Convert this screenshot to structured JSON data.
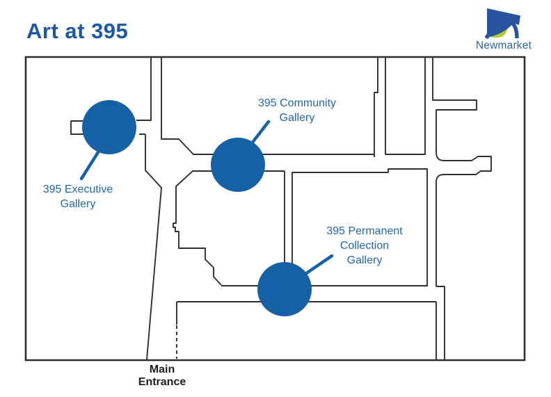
{
  "header": {
    "title": "Art at 395"
  },
  "logo": {
    "text": "Newmarket"
  },
  "map": {
    "labels": {
      "executive": {
        "lines": [
          "395 Executive",
          "Gallery"
        ]
      },
      "community": {
        "lines": [
          "395 Community",
          "Gallery"
        ]
      },
      "permanent": {
        "lines": [
          "395 Permanent",
          "Collection",
          "Gallery"
        ]
      },
      "entrance": {
        "lines": [
          "Main",
          "Entrance"
        ]
      }
    },
    "markers": [
      {
        "name": "395 Executive Gallery"
      },
      {
        "name": "395 Community Gallery"
      },
      {
        "name": "395 Permanent Collection Gallery"
      }
    ],
    "colors": {
      "marker": "#1660a6",
      "leader": "#1660a6",
      "wall": "#2e2e2e",
      "label_blue": "#2166ad",
      "title_blue": "#1b57a3",
      "logo_blue": "#27549c",
      "logo_green": "#b5cc34"
    }
  }
}
